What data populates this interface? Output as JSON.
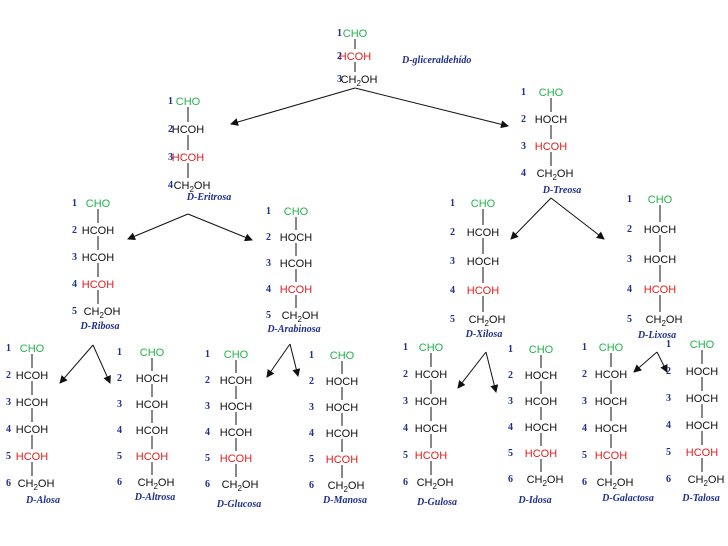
{
  "colors": {
    "aldehyde": "#22b24c",
    "chiral": "#e0201e",
    "black": "#111111",
    "label": "#1f2f8f"
  },
  "chart_data": {
    "sugars": [
      {
        "id": "gliceraldehido",
        "name": "D-gliceraldehído",
        "numbers": [
          "1",
          "2",
          "3"
        ],
        "groups": [
          {
            "text": "CHO",
            "role": "aldehyde"
          },
          {
            "text": "HCOH",
            "role": "chiral"
          },
          {
            "text": "CH2OH",
            "role": "terminal"
          }
        ]
      },
      {
        "id": "eritrosa",
        "name": "D-Eritrosa",
        "numbers": [
          "1",
          "2",
          "3",
          "4"
        ],
        "groups": [
          {
            "text": "CHO",
            "role": "aldehyde"
          },
          {
            "text": "HCOH",
            "role": "plain"
          },
          {
            "text": "HCOH",
            "role": "chiral"
          },
          {
            "text": "CH2OH",
            "role": "terminal"
          }
        ]
      },
      {
        "id": "treosa",
        "name": "D-Treosa",
        "numbers": [
          "1",
          "2",
          "3",
          "4"
        ],
        "groups": [
          {
            "text": "CHO",
            "role": "aldehyde"
          },
          {
            "text": "HOCH",
            "role": "plain"
          },
          {
            "text": "HCOH",
            "role": "chiral"
          },
          {
            "text": "CH2OH",
            "role": "terminal"
          }
        ]
      },
      {
        "id": "ribosa",
        "name": "D-Ribosa",
        "numbers": [
          "1",
          "2",
          "3",
          "4",
          "5"
        ],
        "groups": [
          {
            "text": "CHO",
            "role": "aldehyde"
          },
          {
            "text": "HCOH",
            "role": "plain"
          },
          {
            "text": "HCOH",
            "role": "plain"
          },
          {
            "text": "HCOH",
            "role": "chiral"
          },
          {
            "text": "CH2OH",
            "role": "terminal"
          }
        ]
      },
      {
        "id": "arabinosa",
        "name": "D-Arabinosa",
        "numbers": [
          "1",
          "2",
          "3",
          "4",
          "5"
        ],
        "groups": [
          {
            "text": "CHO",
            "role": "aldehyde"
          },
          {
            "text": "HOCH",
            "role": "plain"
          },
          {
            "text": "HCOH",
            "role": "plain"
          },
          {
            "text": "HCOH",
            "role": "chiral"
          },
          {
            "text": "CH2OH",
            "role": "terminal"
          }
        ]
      },
      {
        "id": "xilosa",
        "name": "D-Xilosa",
        "numbers": [
          "1",
          "2",
          "3",
          "4",
          "5"
        ],
        "groups": [
          {
            "text": "CHO",
            "role": "aldehyde"
          },
          {
            "text": "HCOH",
            "role": "plain"
          },
          {
            "text": "HOCH",
            "role": "plain"
          },
          {
            "text": "HCOH",
            "role": "chiral"
          },
          {
            "text": "CH2OH",
            "role": "terminal"
          }
        ]
      },
      {
        "id": "lixosa",
        "name": "D-Lixosa",
        "numbers": [
          "1",
          "2",
          "3",
          "4",
          "5"
        ],
        "groups": [
          {
            "text": "CHO",
            "role": "aldehyde"
          },
          {
            "text": "HOCH",
            "role": "plain"
          },
          {
            "text": "HOCH",
            "role": "plain"
          },
          {
            "text": "HCOH",
            "role": "chiral"
          },
          {
            "text": "CH2OH",
            "role": "terminal"
          }
        ]
      },
      {
        "id": "alosa",
        "name": "D-Alosa",
        "numbers": [
          "1",
          "2",
          "3",
          "4",
          "5",
          "6"
        ],
        "groups": [
          {
            "text": "CHO",
            "role": "aldehyde"
          },
          {
            "text": "HCOH",
            "role": "plain"
          },
          {
            "text": "HCOH",
            "role": "plain"
          },
          {
            "text": "HCOH",
            "role": "plain"
          },
          {
            "text": "HCOH",
            "role": "chiral"
          },
          {
            "text": "CH2OH",
            "role": "terminal"
          }
        ]
      },
      {
        "id": "altrosa",
        "name": "D-Altrosa",
        "numbers": [
          "1",
          "2",
          "3",
          "4",
          "5",
          "6"
        ],
        "groups": [
          {
            "text": "CHO",
            "role": "aldehyde"
          },
          {
            "text": "HOCH",
            "role": "plain"
          },
          {
            "text": "HCOH",
            "role": "plain"
          },
          {
            "text": "HCOH",
            "role": "plain"
          },
          {
            "text": "HCOH",
            "role": "chiral"
          },
          {
            "text": "CH2OH",
            "role": "terminal"
          }
        ]
      },
      {
        "id": "glucosa",
        "name": "D-Glucosa",
        "numbers": [
          "1",
          "2",
          "3",
          "4",
          "5",
          "6"
        ],
        "groups": [
          {
            "text": "CHO",
            "role": "aldehyde"
          },
          {
            "text": "HCOH",
            "role": "plain"
          },
          {
            "text": "HOCH",
            "role": "plain"
          },
          {
            "text": "HCOH",
            "role": "plain"
          },
          {
            "text": "HCOH",
            "role": "chiral"
          },
          {
            "text": "CH2OH",
            "role": "terminal"
          }
        ]
      },
      {
        "id": "manosa",
        "name": "D-Manosa",
        "numbers": [
          "1",
          "2",
          "3",
          "4",
          "5",
          "6"
        ],
        "groups": [
          {
            "text": "CHO",
            "role": "aldehyde"
          },
          {
            "text": "HOCH",
            "role": "plain"
          },
          {
            "text": "HOCH",
            "role": "plain"
          },
          {
            "text": "HCOH",
            "role": "plain"
          },
          {
            "text": "HCOH",
            "role": "chiral"
          },
          {
            "text": "CH2OH",
            "role": "terminal"
          }
        ]
      },
      {
        "id": "gulosa",
        "name": "D-Gulosa",
        "numbers": [
          "1",
          "2",
          "3",
          "4",
          "5",
          "6"
        ],
        "groups": [
          {
            "text": "CHO",
            "role": "aldehyde"
          },
          {
            "text": "HCOH",
            "role": "plain"
          },
          {
            "text": "HCOH",
            "role": "plain"
          },
          {
            "text": "HOCH",
            "role": "plain"
          },
          {
            "text": "HCOH",
            "role": "chiral"
          },
          {
            "text": "CH2OH",
            "role": "terminal"
          }
        ]
      },
      {
        "id": "idosa",
        "name": "D-Idosa",
        "numbers": [
          "1",
          "2",
          "3",
          "4",
          "5",
          "6"
        ],
        "groups": [
          {
            "text": "CHO",
            "role": "aldehyde"
          },
          {
            "text": "HOCH",
            "role": "plain"
          },
          {
            "text": "HCOH",
            "role": "plain"
          },
          {
            "text": "HOCH",
            "role": "plain"
          },
          {
            "text": "HCOH",
            "role": "chiral"
          },
          {
            "text": "CH2OH",
            "role": "terminal"
          }
        ]
      },
      {
        "id": "galactosa",
        "name": "D-Galactosa",
        "numbers": [
          "1",
          "2",
          "3",
          "4",
          "5",
          "6"
        ],
        "groups": [
          {
            "text": "CHO",
            "role": "aldehyde"
          },
          {
            "text": "HCOH",
            "role": "plain"
          },
          {
            "text": "HOCH",
            "role": "plain"
          },
          {
            "text": "HOCH",
            "role": "plain"
          },
          {
            "text": "HCOH",
            "role": "chiral"
          },
          {
            "text": "CH2OH",
            "role": "terminal"
          }
        ]
      },
      {
        "id": "talosa",
        "name": "D-Talosa",
        "numbers": [
          "1",
          "2",
          "3",
          "4",
          "5",
          "6"
        ],
        "groups": [
          {
            "text": "CHO",
            "role": "aldehyde"
          },
          {
            "text": "HOCH",
            "role": "plain"
          },
          {
            "text": "HOCH",
            "role": "plain"
          },
          {
            "text": "HOCH",
            "role": "plain"
          },
          {
            "text": "HCOH",
            "role": "chiral"
          },
          {
            "text": "CH2OH",
            "role": "terminal"
          }
        ]
      }
    ],
    "derivations": [
      {
        "from": "gliceraldehido",
        "to": "eritrosa"
      },
      {
        "from": "gliceraldehido",
        "to": "treosa"
      },
      {
        "from": "eritrosa",
        "to": "ribosa"
      },
      {
        "from": "eritrosa",
        "to": "arabinosa"
      },
      {
        "from": "treosa",
        "to": "xilosa"
      },
      {
        "from": "treosa",
        "to": "lixosa"
      },
      {
        "from": "ribosa",
        "to": "alosa"
      },
      {
        "from": "ribosa",
        "to": "altrosa"
      },
      {
        "from": "arabinosa",
        "to": "glucosa"
      },
      {
        "from": "arabinosa",
        "to": "manosa"
      },
      {
        "from": "xilosa",
        "to": "gulosa"
      },
      {
        "from": "xilosa",
        "to": "idosa"
      },
      {
        "from": "lixosa",
        "to": "galactosa"
      },
      {
        "from": "lixosa",
        "to": "talosa"
      }
    ]
  }
}
